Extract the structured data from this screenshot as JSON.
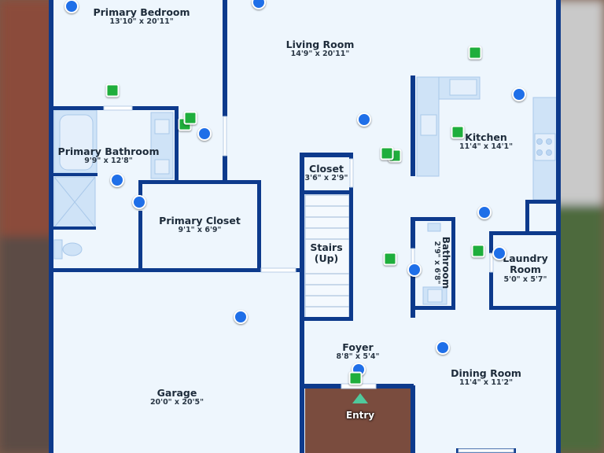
{
  "rooms": {
    "primary_bedroom": {
      "name": "Primary Bedroom",
      "dim": "13'10\" x 20'11\""
    },
    "living_room": {
      "name": "Living Room",
      "dim": "14'9\" x 20'11\""
    },
    "kitchen": {
      "name": "Kitchen",
      "dim": "11'4\" x 14'1\""
    },
    "primary_bathroom": {
      "name": "Primary Bathroom",
      "dim": "9'9\" x 12'8\""
    },
    "closet": {
      "name": "Closet",
      "dim": "3'6\" x 2'9\""
    },
    "primary_closet": {
      "name": "Primary Closet",
      "dim": "9'1\" x 6'9\""
    },
    "stairs": {
      "name": "Stairs",
      "sub": "(Up)"
    },
    "bathroom": {
      "name": "Bathroom",
      "dim": "2'9\" x 6'8\""
    },
    "laundry_room": {
      "name": "Laundry",
      "name2": "Room",
      "dim": "5'0\" x 5'7\""
    },
    "garage": {
      "name": "Garage",
      "dim": "20'0\" x 20'5\""
    },
    "foyer": {
      "name": "Foyer",
      "dim": "8'8\" x 5'4\""
    },
    "dining_room": {
      "name": "Dining Room",
      "dim": "11'4\" x 11'2\""
    }
  },
  "entry": {
    "label": "Entry"
  },
  "colors": {
    "wall": "#0d3a8c",
    "floor": "#eef6fd",
    "fixture": "#cfe3f7",
    "pin": "#1f6fe8",
    "camera": "#1fae3c",
    "entry_arrow": "#4fc99c"
  }
}
